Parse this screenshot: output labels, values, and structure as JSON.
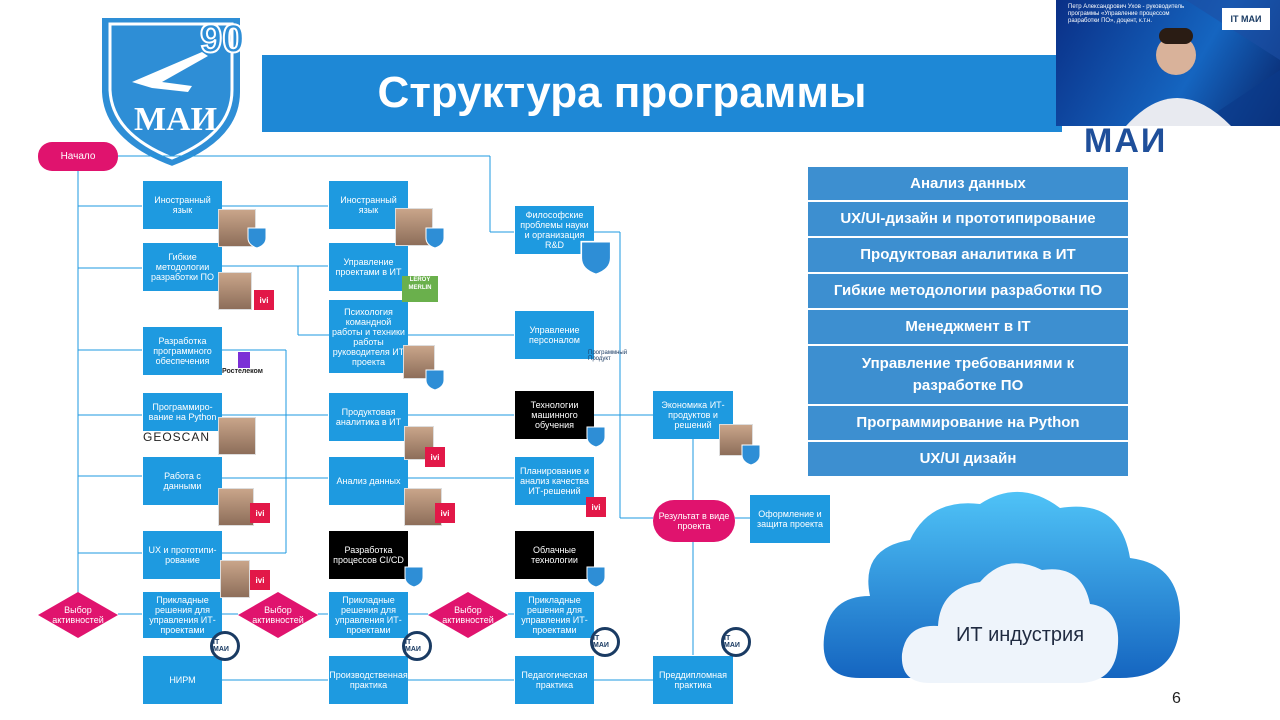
{
  "header": {
    "title": "Структура программы"
  },
  "logo": {
    "text": "МАИ",
    "number": "90"
  },
  "video": {
    "caption": "Петр Александрович Ухов - руководитель программы «Управление процессом разработки ПО», доцент, к.т.н.",
    "badge": "IT МАИ",
    "brand": "МАИ"
  },
  "flow": {
    "start": "Начало",
    "col1": {
      "b1": "Иностранный язык",
      "b2": "Гибкие методологии разработки ПО",
      "b3": "Разработка программного обеспечения",
      "b4": "Программиро-вание на Python",
      "b5": "Работа с данными",
      "b6": "UX и прототипи-рование",
      "b7": "Прикладные решения для управления ИТ-проектами",
      "b8": "НИРМ"
    },
    "col2": {
      "b1": "Иностранный язык",
      "b2": "Управление проектами в ИТ",
      "b3": "Психология командной работы и техники работы руководителя ИТ проекта",
      "b4": "Продуктовая аналитика в ИТ",
      "b5": "Анализ данных",
      "b6": "Разработка процессов CI/CD",
      "b7": "Прикладные решения для управления ИТ-проектами",
      "b8": "Производственная практика"
    },
    "col3": {
      "b1": "Философские проблемы науки и организация R&D",
      "b2": "Управление персоналом",
      "b3": "Технологии машинного обучения",
      "b4": "Планирование и анализ качества ИТ-решений",
      "b5": "Облачные технологии",
      "b6": "Прикладные решения для управления ИТ-проектами",
      "b7": "Педагогическая практика"
    },
    "col4": {
      "b1": "Экономика ИТ-продуктов и решений",
      "b2": "Результат в виде проекта",
      "b3": "Преддипломная практика",
      "b4": "Оформление и защита проекта"
    },
    "diamond": "Выбор активностей"
  },
  "partners": {
    "ivi": "ivi",
    "rostelecom": "Ростелеком",
    "geoscan": "GEOSCAN",
    "leroy": "LEROY MERLIN",
    "prog": "Программный Продукт",
    "it": "IT МАИ"
  },
  "right_list": [
    "Анализ данных",
    "UX/UI-дизайн и прототипирование",
    "Продуктовая аналитика в ИТ",
    "Гибкие методологии разработки ПО",
    "Менеджмент в IT",
    "Управление требованиями к разработке ПО",
    "Программирование на Python",
    "UX/UI дизайн"
  ],
  "cloud": {
    "label": "ИТ индустрия"
  },
  "page": {
    "number": "6"
  },
  "colors": {
    "blue": "#1e9ae0",
    "pink": "#e0136e",
    "banner": "#1e88d6",
    "list": "#3d8fd0"
  }
}
